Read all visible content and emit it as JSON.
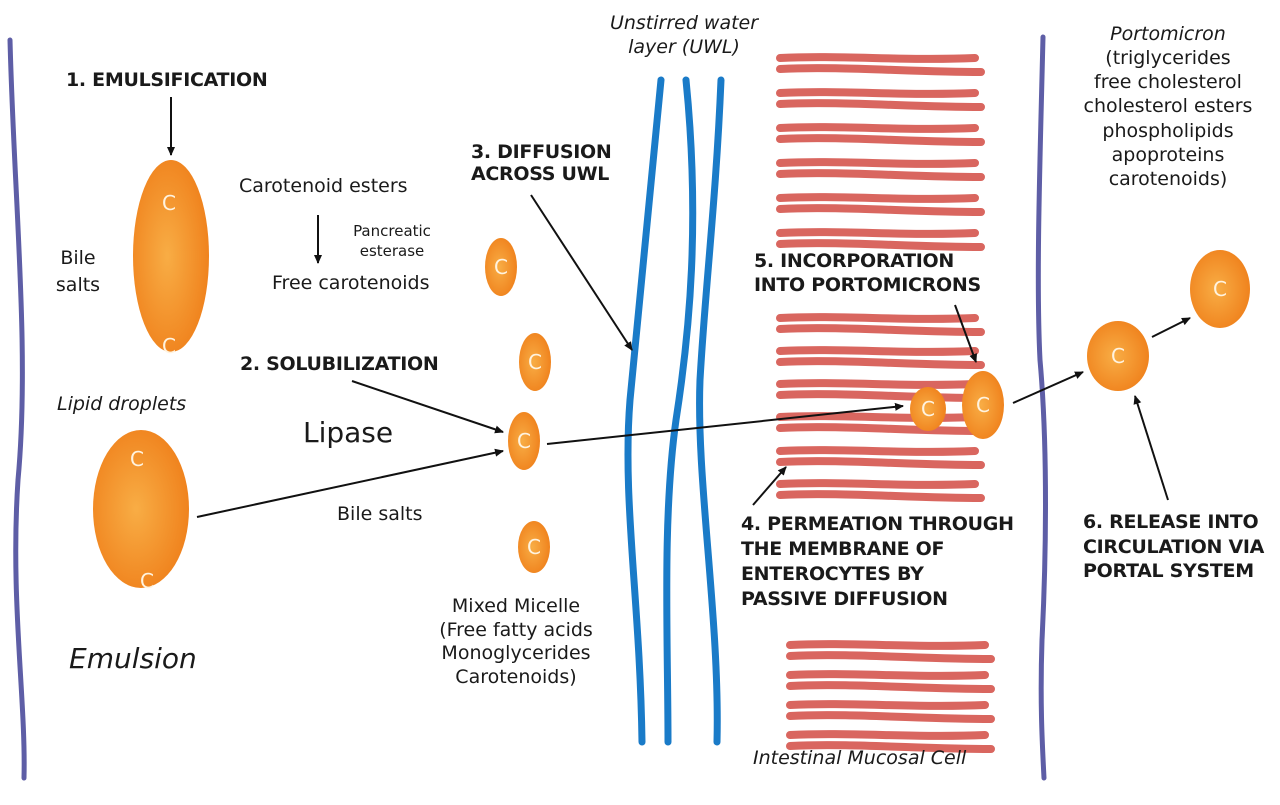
{
  "diagram": {
    "title_hidden": "Carotenoid absorption pathway",
    "colors": {
      "membrane": "#5e5ea6",
      "uwl": "#1a7bc8",
      "mucosa": "#d9665f",
      "particle_outer": "#ef7f1a",
      "particle_inner": "#f8ad45",
      "arrow": "#111111",
      "text": "#1a1a1a"
    },
    "particle_letter": "C",
    "steps": {
      "s1": "1. EMULSIFICATION",
      "s2": "2. SOLUBILIZATION",
      "s3_l1": "3. DIFFUSION",
      "s3_l2": "ACROSS UWL",
      "s4_l1": "4. PERMEATION THROUGH",
      "s4_l2": "THE MEMBRANE OF",
      "s4_l3": "ENTEROCYTES BY",
      "s4_l4": "PASSIVE DIFFUSION",
      "s5_l1": "5. INCORPORATION",
      "s5_l2": "INTO PORTOMICRONS",
      "s6_l1": "6. RELEASE INTO",
      "s6_l2": "CIRCULATION VIA",
      "s6_l3": "PORTAL SYSTEM"
    },
    "labels": {
      "bile_salts_left_l1": "Bile",
      "bile_salts_left_l2": "salts",
      "lipid_droplets": "Lipid droplets",
      "emulsion": "Emulsion",
      "carotenoid_esters": "Carotenoid esters",
      "pancreatic_l1": "Pancreatic",
      "pancreatic_l2": "esterase",
      "free_carotenoids": "Free carotenoids",
      "lipase": "Lipase",
      "bile_salts_mid": "Bile salts",
      "micelle": [
        "Mixed Micelle",
        "(Free fatty acids",
        "Monoglycerides",
        "Carotenoids)"
      ],
      "uwl_l1": "Unstirred water",
      "uwl_l2": "layer (UWL)",
      "mucosal_cell": "Intestinal Mucosal Cell",
      "portomicron_title": "Portomicron",
      "portomicron_list": [
        "(triglycerides",
        "free cholesterol",
        "cholesterol esters",
        "phospholipids",
        "apoproteins",
        "carotenoids)"
      ]
    }
  }
}
